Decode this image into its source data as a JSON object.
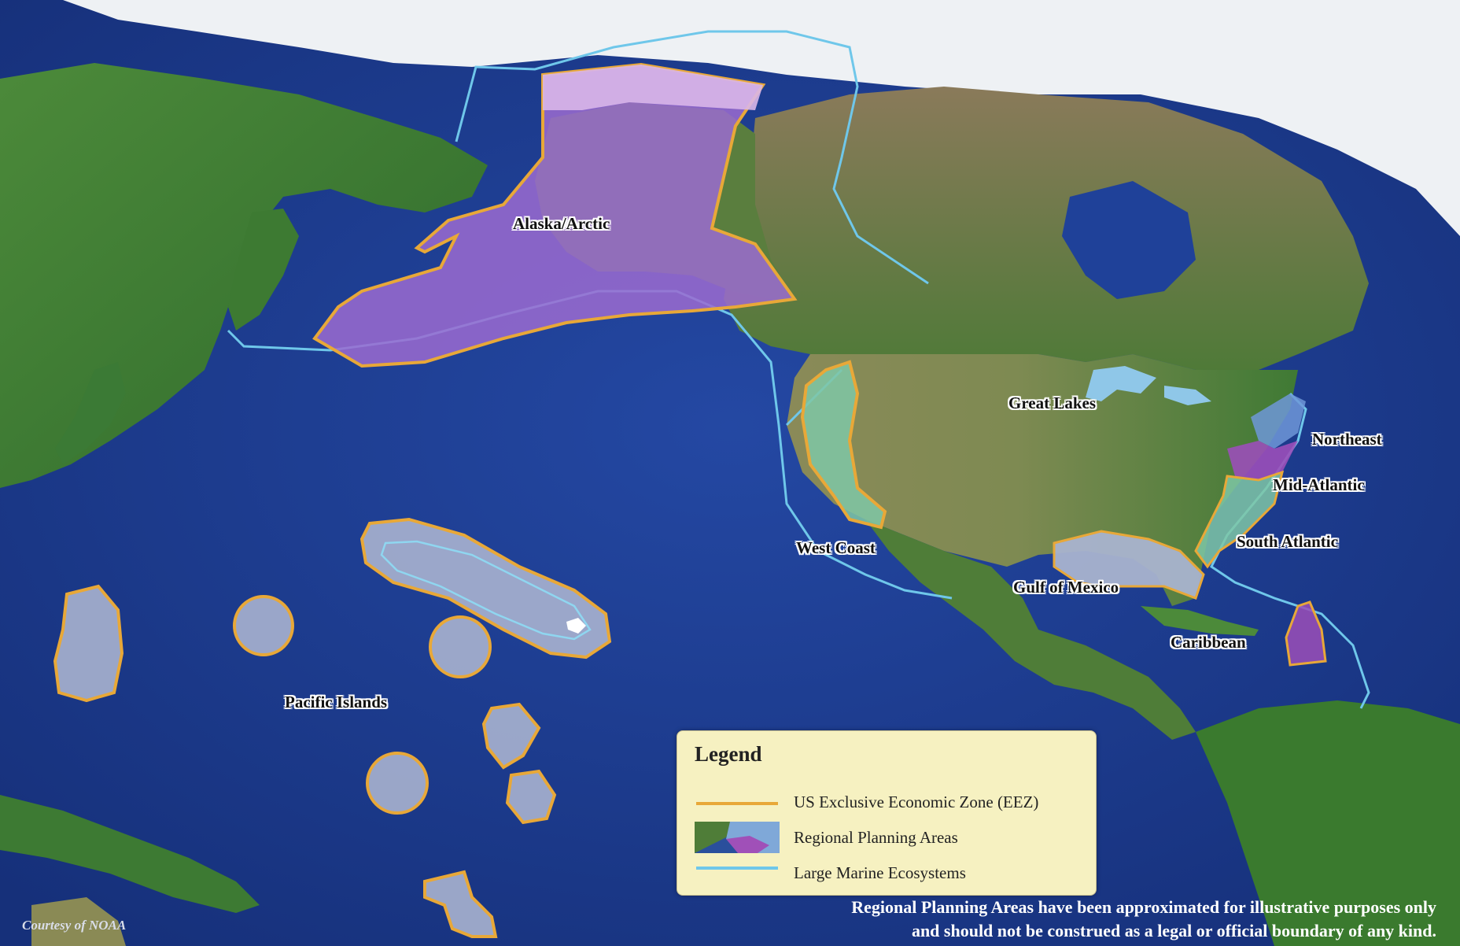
{
  "regions": {
    "alaska_arctic": "Alaska/Arctic",
    "great_lakes": "Great Lakes",
    "northeast": "Northeast",
    "mid_atlantic": "Mid-Atlantic",
    "south_atlantic": "South Atlantic",
    "west_coast": "West Coast",
    "gulf_of_mexico": "Gulf of Mexico",
    "caribbean": "Caribbean",
    "pacific_islands": "Pacific Islands"
  },
  "legend": {
    "title": "Legend",
    "items": [
      {
        "label": "US Exclusive Economic Zone (EEZ)",
        "symbol": "line",
        "color": "#e8a838"
      },
      {
        "label": "Regional Planning Areas",
        "symbol": "thumbnail",
        "color": "#9b6bd0"
      },
      {
        "label": "Large Marine Ecosystems",
        "symbol": "line",
        "color": "#6fc7ea"
      }
    ]
  },
  "disclaimer": {
    "line1": "Regional Planning Areas have been approximated for illustrative purposes only",
    "line2": "and should not be construed as a legal or official boundary of any kind."
  },
  "credit": "Courtesy of NOAA",
  "colors": {
    "ocean": "#1d3f97",
    "land": "#3f7a34",
    "ice": "#f2f4f6",
    "eez": "#e8a838",
    "lme": "#6fc7ea",
    "planning_purple": "#9b6bd0",
    "planning_teal": "#7fc7a6",
    "planning_grey": "#a9b3cf"
  }
}
